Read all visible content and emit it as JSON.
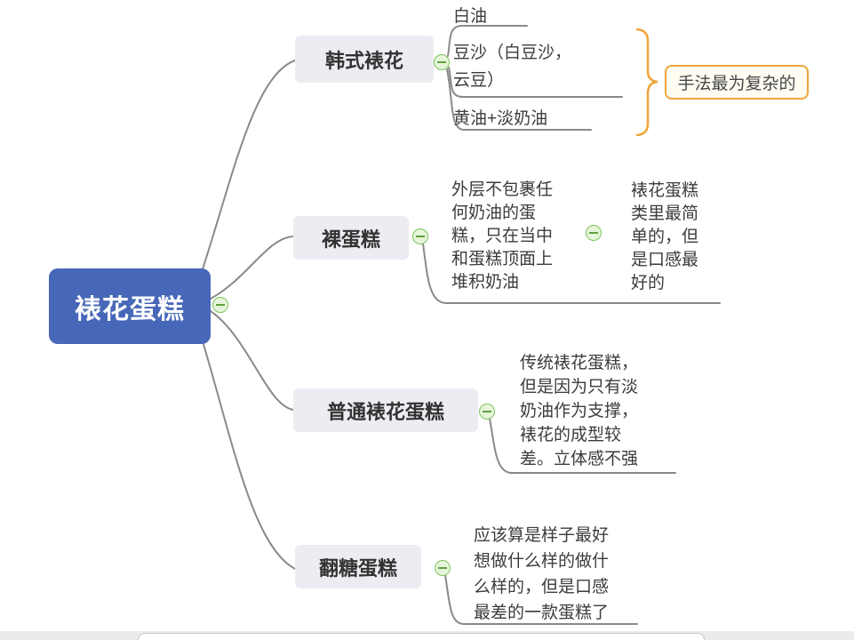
{
  "root": {
    "label": "裱花蛋糕"
  },
  "branches": [
    {
      "label": "韩式裱花",
      "children": [
        {
          "text": "白油",
          "lines": [
            "白油"
          ]
        },
        {
          "text": "豆沙（白豆沙，云豆）",
          "lines": [
            "豆沙（白豆沙，",
            "云豆）"
          ]
        },
        {
          "text": "黄油+淡奶油",
          "lines": [
            "黄油+淡奶油"
          ]
        }
      ],
      "annotation": {
        "label": "手法最为复杂的"
      }
    },
    {
      "label": "裸蛋糕",
      "children": [
        {
          "text": "外层不包裹任何奶油的蛋糕，只在当中和蛋糕顶面上堆积奶油",
          "lines": [
            "外层不包裹任",
            "何奶油的蛋",
            "糕，只在当中",
            "和蛋糕顶面上",
            "堆积奶油"
          ]
        },
        {
          "text": "裱花蛋糕类里最简单的，但是口感最好的",
          "lines": [
            "裱花蛋糕",
            "类里最简",
            "单的，但",
            "是口感最",
            "好的"
          ]
        }
      ]
    },
    {
      "label": "普通裱花蛋糕",
      "children": [
        {
          "text": "传统裱花蛋糕，但是因为只有淡奶油作为支撑，裱花的成型较差。立体感不强",
          "lines": [
            "传统裱花蛋糕，",
            "但是因为只有淡",
            "奶油作为支撑，",
            "裱花的成型较",
            "差。立体感不强"
          ]
        }
      ]
    },
    {
      "label": "翻糖蛋糕",
      "children": [
        {
          "text": "应该算是样子最好想做什么样的做什么样的，但是口感最差的一款蛋糕了",
          "lines": [
            "应该算是样子最好",
            "想做什么样的做什",
            "么样的，但是口感",
            "最差的一款蛋糕了"
          ]
        }
      ]
    }
  ],
  "colors": {
    "root_bg": "#4767b8",
    "branch_bg": "#ececf2",
    "connector": "#8a8a8a",
    "collapse_border": "#7fc45f",
    "collapse_bg": "#e6f5da",
    "brace": "#efa53a",
    "annotation_border": "#efa53a",
    "annotation_bg": "#fffcf2"
  }
}
